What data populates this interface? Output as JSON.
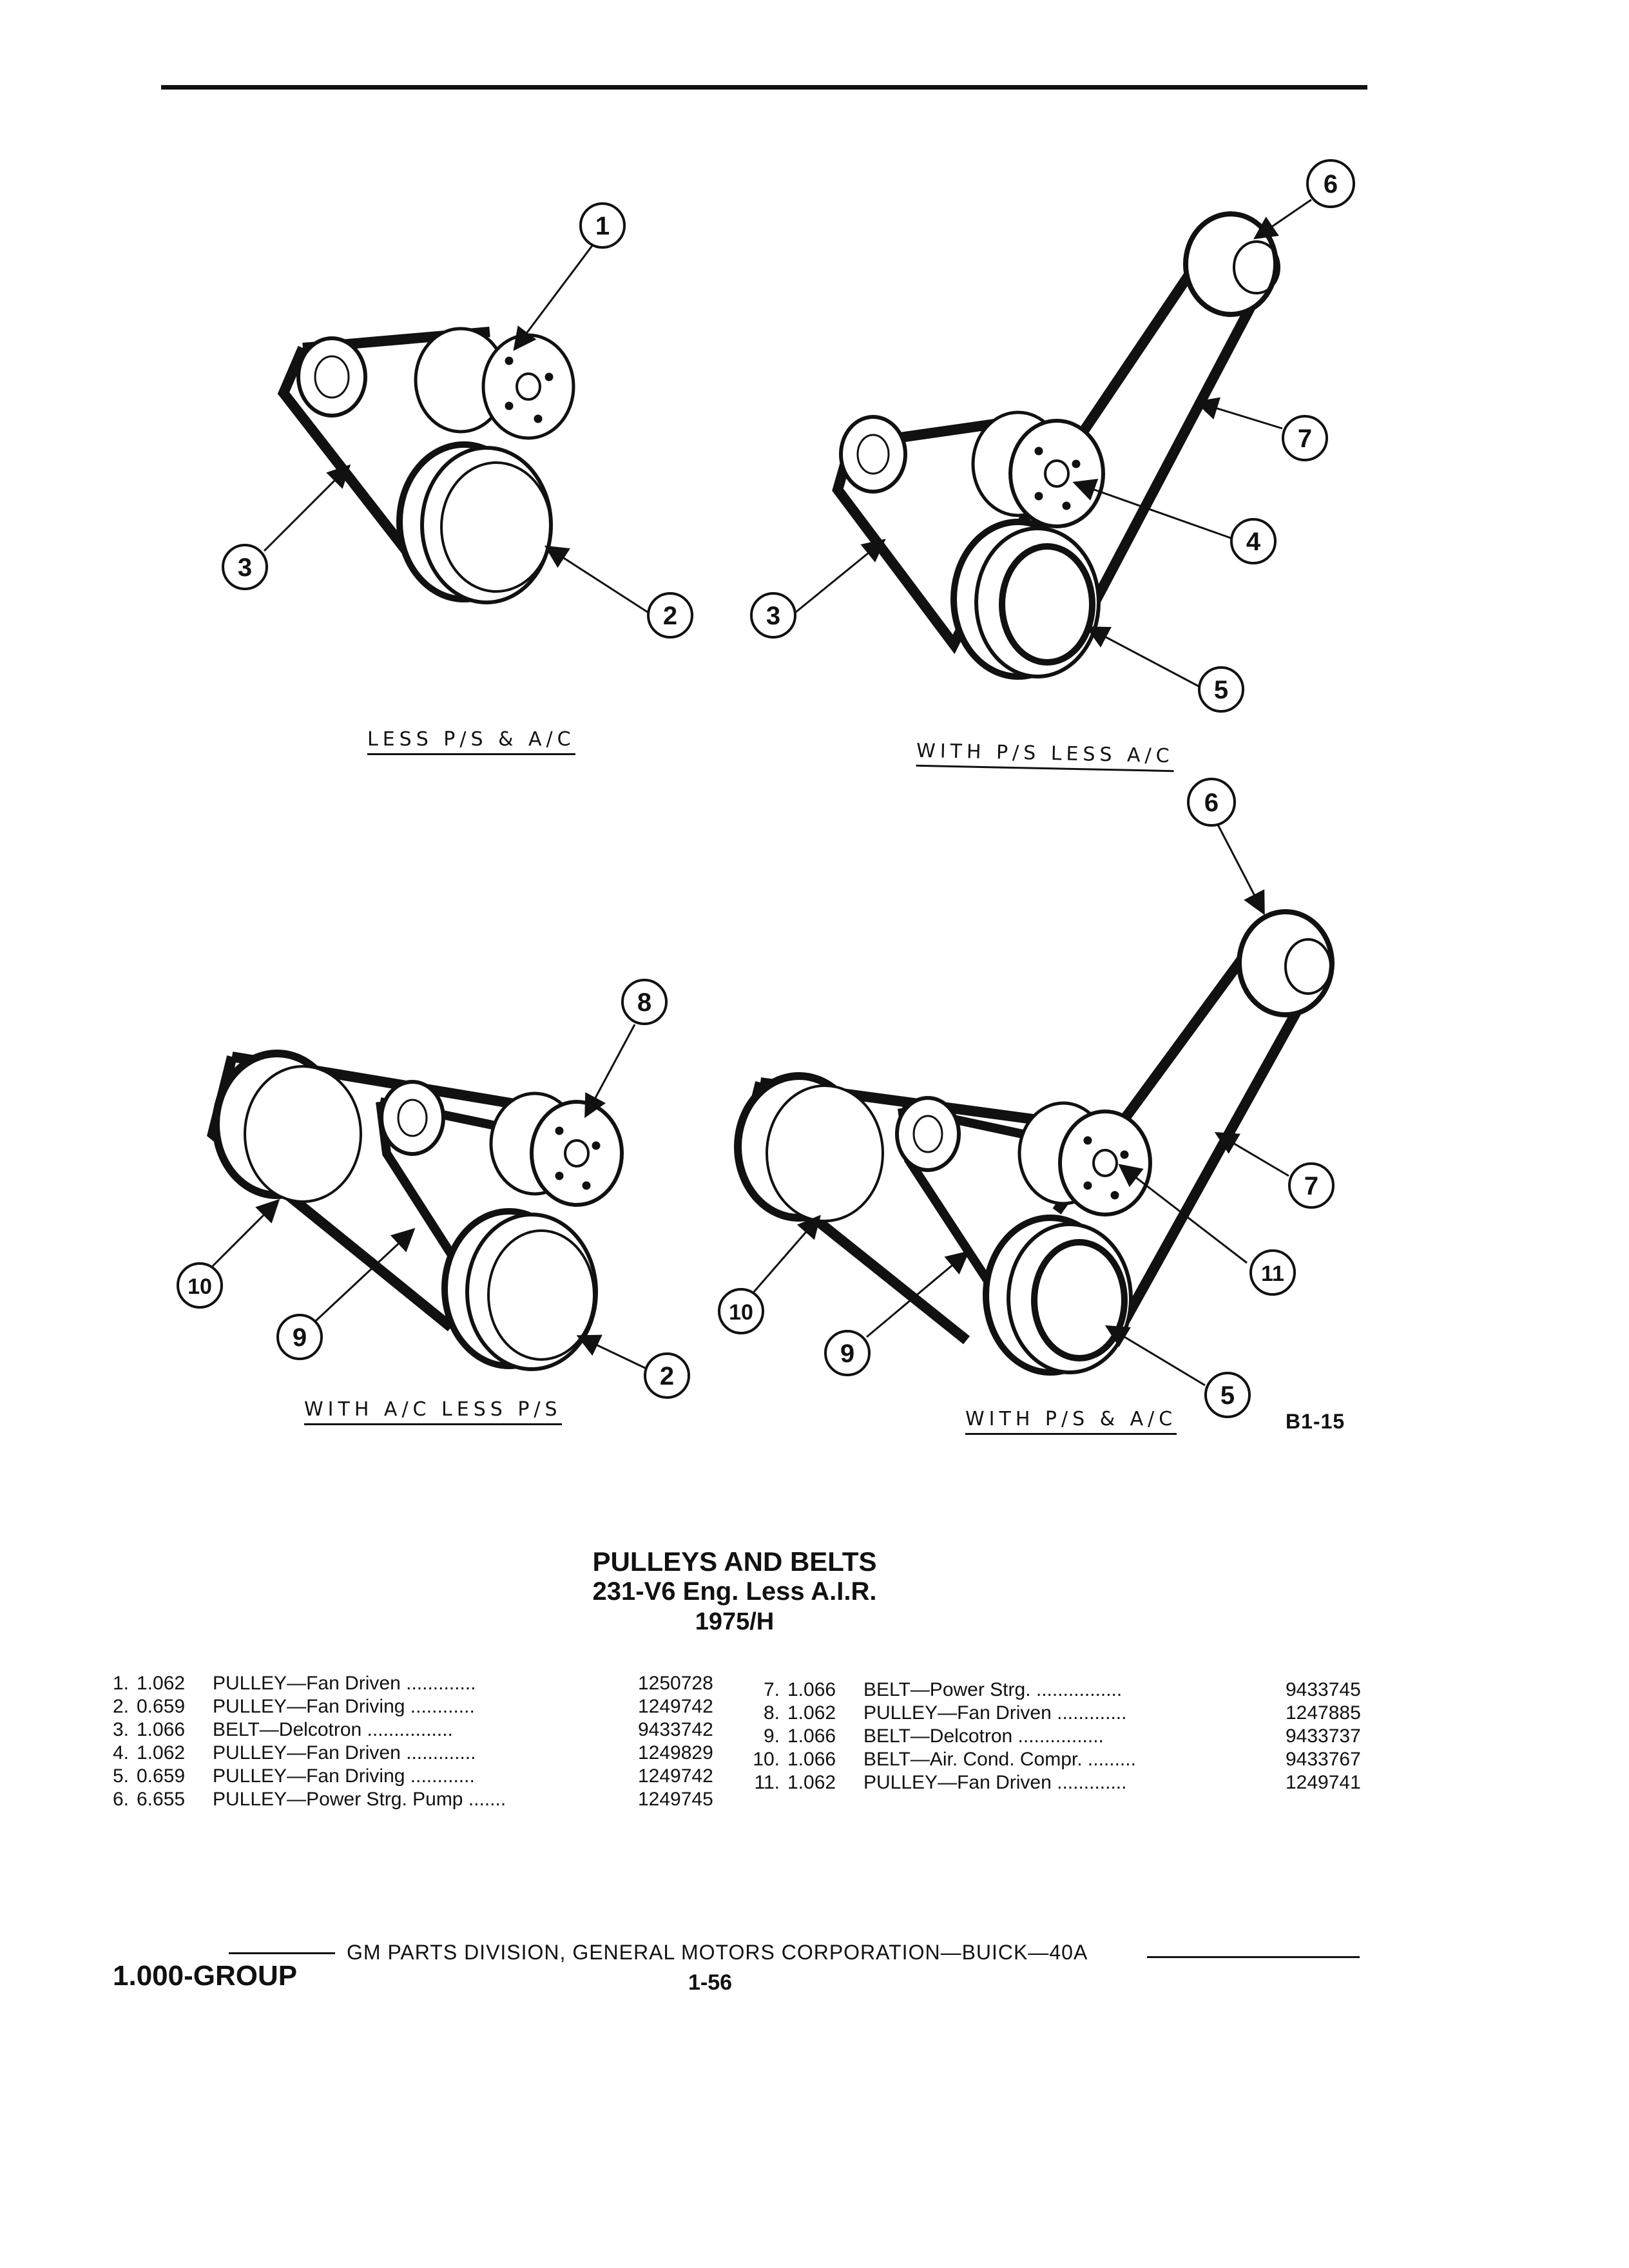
{
  "callouts": {
    "d1": [
      "1",
      "2",
      "3"
    ],
    "d2": [
      "6",
      "7",
      "4",
      "3",
      "5"
    ],
    "d3": [
      "8",
      "10",
      "9",
      "2"
    ],
    "d4": [
      "6",
      "7",
      "11",
      "10",
      "9",
      "5"
    ]
  },
  "captions": {
    "d1": "LESS P/S & A/C",
    "d2": "WITH P/S LESS A/C",
    "d3": "WITH A/C LESS P/S",
    "d4": "WITH P/S & A/C"
  },
  "figure_number": "B1-15",
  "title": {
    "line1": "PULLEYS AND BELTS",
    "line2": "231-V6 Eng. Less A.I.R.",
    "line3": "1975/H"
  },
  "parts_left": [
    {
      "num": "1.",
      "qty": "1.062",
      "desc": "PULLEY—Fan Driven .............",
      "pn": "1250728"
    },
    {
      "num": "2.",
      "qty": "0.659",
      "desc": "PULLEY—Fan Driving ............",
      "pn": "1249742"
    },
    {
      "num": "3.",
      "qty": "1.066",
      "desc": "BELT—Delcotron ................",
      "pn": "9433742"
    },
    {
      "num": "4.",
      "qty": "1.062",
      "desc": "PULLEY—Fan Driven .............",
      "pn": "1249829"
    },
    {
      "num": "5.",
      "qty": "0.659",
      "desc": "PULLEY—Fan Driving ............",
      "pn": "1249742"
    },
    {
      "num": "6.",
      "qty": "6.655",
      "desc": "PULLEY—Power Strg. Pump .......",
      "pn": "1249745"
    }
  ],
  "parts_right": [
    {
      "num": "7.",
      "qty": "1.066",
      "desc": "BELT—Power Strg. ................",
      "pn": "9433745"
    },
    {
      "num": "8.",
      "qty": "1.062",
      "desc": "PULLEY—Fan Driven .............",
      "pn": "1247885"
    },
    {
      "num": "9.",
      "qty": "1.066",
      "desc": "BELT—Delcotron ................",
      "pn": "9433737"
    },
    {
      "num": "10.",
      "qty": "1.066",
      "desc": "BELT—Air. Cond. Compr. .........",
      "pn": "9433767"
    },
    {
      "num": "11.",
      "qty": "1.062",
      "desc": "PULLEY—Fan Driven .............",
      "pn": "1249741"
    }
  ],
  "footer": {
    "group": "1.000-GROUP",
    "text": "GM PARTS DIVISION, GENERAL MOTORS CORPORATION—BUICK—40A",
    "page": "1-56"
  }
}
